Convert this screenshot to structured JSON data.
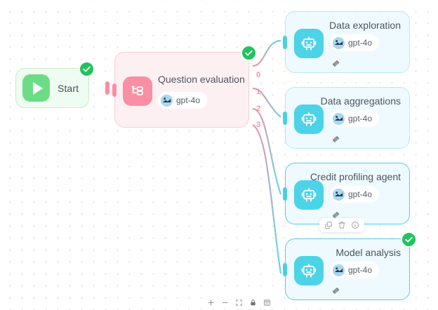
{
  "app": {
    "canvas_name": "workflow-canvas",
    "background": "#ffffff",
    "dot_color": "#e3e3e6"
  },
  "colors": {
    "start_accent": "#6ddc86",
    "start_bg": "#effcf1",
    "start_border": "#c4edc9",
    "router_accent": "#f98fa4",
    "router_bg": "#fdf0f3",
    "router_border": "#f8cdd8",
    "agent_accent": "#4cd3e8",
    "agent_bg": "#eefaff",
    "agent_border": "#b9e8f5",
    "agent_selected_border": "#55cde8",
    "success_badge": "#22c35e",
    "port_pink": "#fa8da3",
    "port_cyan": "#4ccfe6",
    "port_label": "#f791a6",
    "title_text": "#4f545c"
  },
  "nodes": {
    "start": {
      "label": "Start",
      "icon": "play-icon",
      "status": "success",
      "status_icon": "check-circle-icon"
    },
    "question_evaluation": {
      "title": "Question evaluation",
      "icon": "branch-router-icon",
      "model": "gpt-4o",
      "model_avatar": "openai-avatar-icon",
      "status": "success",
      "status_icon": "check-circle-icon",
      "output_ports": [
        "0",
        "1",
        "2",
        "3"
      ]
    },
    "agents": [
      {
        "title": "Data exploration",
        "icon": "robot-icon",
        "model": "gpt-4o",
        "model_avatar": "openai-avatar-icon",
        "tool_badge": "tools-icon",
        "selected": false,
        "status": "none"
      },
      {
        "title": "Data aggregations",
        "icon": "robot-icon",
        "model": "gpt-4o",
        "model_avatar": "openai-avatar-icon",
        "tool_badge": "tools-icon",
        "selected": false,
        "status": "none"
      },
      {
        "title": "Credit profiling agent",
        "icon": "robot-icon",
        "model": "gpt-4o",
        "model_avatar": "openai-avatar-icon",
        "tool_badge": "tools-icon",
        "selected": true,
        "status": "none"
      },
      {
        "title": "Model analysis",
        "icon": "robot-icon",
        "model": "gpt-4o",
        "model_avatar": "openai-avatar-icon",
        "tool_badge": "tools-icon",
        "selected": true,
        "status": "success",
        "status_icon": "check-circle-icon"
      }
    ]
  },
  "context_toolbar": {
    "visible_for": "Credit profiling agent",
    "actions": [
      {
        "name": "copy-icon",
        "label": "Copy"
      },
      {
        "name": "delete-icon",
        "label": "Delete"
      },
      {
        "name": "info-icon",
        "label": "Info"
      }
    ]
  },
  "controls": {
    "buttons": [
      {
        "name": "zoom-in-icon",
        "label": "+"
      },
      {
        "name": "zoom-out-icon",
        "label": "−"
      },
      {
        "name": "fit-view-icon",
        "label": "Fit view"
      },
      {
        "name": "lock-icon",
        "label": "Lock"
      },
      {
        "name": "minimap-icon",
        "label": "Minimap"
      }
    ]
  }
}
